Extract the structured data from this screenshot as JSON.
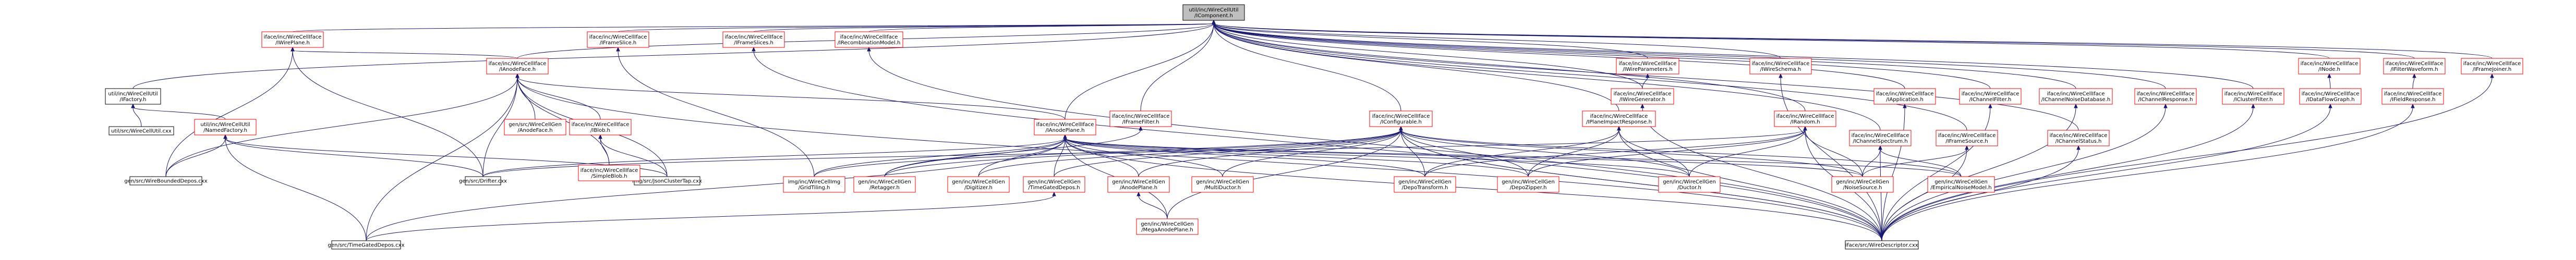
{
  "graph": {
    "colors": {
      "edge": "#191970",
      "node_border_normal": "#000000",
      "node_border_red": "#ff0000",
      "node_fill": "#ffffff",
      "root_fill": "#bfbfbf",
      "text": "#000000"
    },
    "nodes": [
      {
        "id": "root",
        "lines": [
          "util/inc/WireCellUtil",
          "/IComponent.h"
        ],
        "kind": "root"
      },
      {
        "id": "IWirePlane",
        "lines": [
          "iface/inc/WireCellIface",
          "/IWirePlane.h"
        ],
        "kind": "red"
      },
      {
        "id": "IFrameSlice",
        "lines": [
          "iface/inc/WireCellIface",
          "/IFrameSlice.h"
        ],
        "kind": "red"
      },
      {
        "id": "IFrameSlices",
        "lines": [
          "iface/inc/WireCellIface",
          "/IFrameSlices.h"
        ],
        "kind": "red"
      },
      {
        "id": "IRecombinationModel",
        "lines": [
          "iface/inc/WireCellIface",
          "/IRecombinationModel.h"
        ],
        "kind": "red"
      },
      {
        "id": "IFrameFilter",
        "lines": [
          "iface/inc/WireCellIface",
          "/IFrameFilter.h"
        ],
        "kind": "red"
      },
      {
        "id": "IConfigurable",
        "lines": [
          "iface/inc/WireCellIface",
          "/IConfigurable.h"
        ],
        "kind": "red"
      },
      {
        "id": "IPlaneImpactResponse",
        "lines": [
          "iface/inc/WireCellIface",
          "/IPlaneImpactResponse.h"
        ],
        "kind": "red"
      },
      {
        "id": "IRandom",
        "lines": [
          "iface/inc/WireCellIface",
          "/IRandom.h"
        ],
        "kind": "red"
      },
      {
        "id": "IWireParameters",
        "lines": [
          "iface/inc/WireCellIface",
          "/IWireParameters.h"
        ],
        "kind": "red"
      },
      {
        "id": "IWireGenerator",
        "lines": [
          "iface/inc/WireCellIface",
          "/IWireGenerator.h"
        ],
        "kind": "red"
      },
      {
        "id": "IWireSchema",
        "lines": [
          "iface/inc/WireCellIface",
          "/IWireSchema.h"
        ],
        "kind": "red"
      },
      {
        "id": "IApplication",
        "lines": [
          "iface/inc/WireCellIface",
          "/IApplication.h"
        ],
        "kind": "red"
      },
      {
        "id": "IChannelFilter",
        "lines": [
          "iface/inc/WireCellIface",
          "/IChannelFilter.h"
        ],
        "kind": "red"
      },
      {
        "id": "IChannelNoiseDatabase",
        "lines": [
          "iface/inc/WireCellIface",
          "/IChannelNoiseDatabase.h"
        ],
        "kind": "red"
      },
      {
        "id": "IChannelResponse",
        "lines": [
          "iface/inc/WireCellIface",
          "/IChannelResponse.h"
        ],
        "kind": "red"
      },
      {
        "id": "IClusterFilter",
        "lines": [
          "iface/inc/WireCellIface",
          "/IClusterFilter.h"
        ],
        "kind": "red"
      },
      {
        "id": "INode",
        "lines": [
          "iface/inc/WireCellIface",
          "/INode.h"
        ],
        "kind": "red"
      },
      {
        "id": "IDataFlowGraph",
        "lines": [
          "iface/inc/WireCellIface",
          "/IDataFlowGraph.h"
        ],
        "kind": "red"
      },
      {
        "id": "IFilterWaveform",
        "lines": [
          "iface/inc/WireCellIface",
          "/IFilterWaveform.h"
        ],
        "kind": "red"
      },
      {
        "id": "IFieldResponse",
        "lines": [
          "iface/inc/WireCellIface",
          "/IFieldResponse.h"
        ],
        "kind": "red"
      },
      {
        "id": "IFrameJoiner",
        "lines": [
          "iface/inc/WireCellIface",
          "/IFrameJoiner.h"
        ],
        "kind": "red"
      },
      {
        "id": "IFactory",
        "lines": [
          "util/inc/WireCellUtil",
          "/IFactory.h"
        ],
        "kind": "normal"
      },
      {
        "id": "NamedFactory",
        "lines": [
          "util/inc/WireCellUtil",
          "/NamedFactory.h"
        ],
        "kind": "red"
      },
      {
        "id": "IAnodeFace",
        "lines": [
          "iface/inc/WireCellIface",
          "/IAnodeFace.h"
        ],
        "kind": "red"
      },
      {
        "id": "IAnodePlane",
        "lines": [
          "iface/inc/WireCellIface",
          "/IAnodePlane.h"
        ],
        "kind": "red"
      },
      {
        "id": "IFrameSource",
        "lines": [
          "iface/inc/WireCellIface",
          "/IFrameSource.h"
        ],
        "kind": "red"
      },
      {
        "id": "IChannelSpectrum",
        "lines": [
          "iface/inc/WireCellIface",
          "/IChannelSpectrum.h"
        ],
        "kind": "red"
      },
      {
        "id": "IChannelStatus",
        "lines": [
          "iface/inc/WireCellIface",
          "/IChannelStatus.h"
        ],
        "kind": "red"
      },
      {
        "id": "IBlob",
        "lines": [
          "iface/inc/WireCellIface",
          "/IBlob.h"
        ],
        "kind": "red"
      },
      {
        "id": "IFactory_cxx",
        "lines": [
          "util/src/WireCellUtil.cxx"
        ],
        "kind": "normal"
      },
      {
        "id": "AnodeFace",
        "lines": [
          "gen/src/WireCellGen",
          "/AnodeFace.h"
        ],
        "kind": "red"
      },
      {
        "id": "JsonClusterTap",
        "lines": [
          "img/src/JsonClusterTap.cxx"
        ],
        "kind": "normal"
      },
      {
        "id": "SimpleBlob",
        "lines": [
          "iface/inc/WireCellIface",
          "/SimpleBlob.h"
        ],
        "kind": "red"
      },
      {
        "id": "WireBoundedDepos",
        "lines": [
          "gen/src/WireBoundedDepos.cxx"
        ],
        "kind": "normal"
      },
      {
        "id": "Drifter",
        "lines": [
          "gen/src/Drifter.cxx"
        ],
        "kind": "normal"
      },
      {
        "id": "TimeGatedDepos",
        "lines": [
          "gen/src/TimeGatedDepos.cxx"
        ],
        "kind": "normal"
      },
      {
        "id": "GridTiling",
        "lines": [
          "img/inc/WireCellImg",
          "/GridTiling.h"
        ],
        "kind": "red"
      },
      {
        "id": "Retagger",
        "lines": [
          "gen/inc/WireCellGen",
          "/Retagger.h"
        ],
        "kind": "red"
      },
      {
        "id": "Digitizer",
        "lines": [
          "gen/inc/WireCellGen",
          "/Digitizer.h"
        ],
        "kind": "red"
      },
      {
        "id": "TimeGatedDeposH",
        "lines": [
          "gen/inc/WireCellGen",
          "/TimeGatedDepos.h"
        ],
        "kind": "red"
      },
      {
        "id": "AnodePlane",
        "lines": [
          "gen/inc/WireCellGen",
          "/AnodePlane.h"
        ],
        "kind": "red"
      },
      {
        "id": "MultiDuctor",
        "lines": [
          "gen/inc/WireCellGen",
          "/MultiDuctor.h"
        ],
        "kind": "red"
      },
      {
        "id": "DepoTransform",
        "lines": [
          "gen/inc/WireCellGen",
          "/DepoTransform.h"
        ],
        "kind": "red"
      },
      {
        "id": "DepoZipper",
        "lines": [
          "gen/inc/WireCellGen",
          "/DepoZipper.h"
        ],
        "kind": "red"
      },
      {
        "id": "Ductor",
        "lines": [
          "gen/inc/WireCellGen",
          "/Ductor.h"
        ],
        "kind": "red"
      },
      {
        "id": "NoiseSource",
        "lines": [
          "gen/inc/WireCellGen",
          "/NoiseSource.h"
        ],
        "kind": "red"
      },
      {
        "id": "EmpiricalNoiseModel",
        "lines": [
          "gen/inc/WireCellGen",
          "/EmpiricalNoiseModel.h"
        ],
        "kind": "red"
      },
      {
        "id": "MegaAnodePlane",
        "lines": [
          "gen/inc/WireCellGen",
          "/MegaAnodePlane.h"
        ],
        "kind": "red"
      },
      {
        "id": "WireDescriptor",
        "lines": [
          "iface/src/WireDescriptor.cxx"
        ],
        "kind": "normal"
      }
    ],
    "edges": [
      [
        "IWirePlane",
        "root"
      ],
      [
        "IFrameSlice",
        "root"
      ],
      [
        "IFrameSlices",
        "root"
      ],
      [
        "IRecombinationModel",
        "root"
      ],
      [
        "IFrameFilter",
        "root"
      ],
      [
        "IConfigurable",
        "root"
      ],
      [
        "IPlaneImpactResponse",
        "root"
      ],
      [
        "IRandom",
        "root"
      ],
      [
        "IWireParameters",
        "root"
      ],
      [
        "IWireSchema",
        "root"
      ],
      [
        "IApplication",
        "root"
      ],
      [
        "IChannelFilter",
        "root"
      ],
      [
        "IChannelNoiseDatabase",
        "root"
      ],
      [
        "IChannelResponse",
        "root"
      ],
      [
        "IClusterFilter",
        "root"
      ],
      [
        "INode",
        "root"
      ],
      [
        "IFilterWaveform",
        "root"
      ],
      [
        "IFrameJoiner",
        "root"
      ],
      [
        "IFactory",
        "root"
      ],
      [
        "IAnodeFace",
        "root"
      ],
      [
        "IAnodePlane",
        "root"
      ],
      [
        "IChannelSpectrum",
        "root"
      ],
      [
        "IChannelStatus",
        "root"
      ],
      [
        "IFrameSource",
        "root"
      ],
      [
        "IWireGenerator",
        "root"
      ],
      [
        "IWireGenerator",
        "IWireParameters"
      ],
      [
        "IDataFlowGraph",
        "INode"
      ],
      [
        "IFieldResponse",
        "IFilterWaveform"
      ],
      [
        "NamedFactory",
        "IFactory"
      ],
      [
        "IFactory_cxx",
        "IFactory"
      ],
      [
        "IAnodeFace",
        "IWirePlane"
      ],
      [
        "IAnodePlane",
        "IAnodeFace"
      ],
      [
        "IBlob",
        "IAnodeFace"
      ],
      [
        "AnodeFace",
        "IAnodeFace"
      ],
      [
        "SimpleBlob",
        "IBlob"
      ],
      [
        "JsonClusterTap",
        "IBlob"
      ],
      [
        "WireBoundedDepos",
        "IWirePlane"
      ],
      [
        "Drifter",
        "IWirePlane"
      ],
      [
        "WireBoundedDepos",
        "NamedFactory"
      ],
      [
        "Drifter",
        "NamedFactory"
      ],
      [
        "TimeGatedDepos",
        "NamedFactory"
      ],
      [
        "JsonClusterTap",
        "IAnodeFace"
      ],
      [
        "WireBoundedDepos",
        "IAnodeFace"
      ],
      [
        "Drifter",
        "IAnodeFace"
      ],
      [
        "SimpleBlob",
        "IAnodeFace"
      ],
      [
        "Drifter",
        "IRandom"
      ],
      [
        "GridTiling",
        "IAnodePlane"
      ],
      [
        "Retagger",
        "IAnodePlane"
      ],
      [
        "Digitizer",
        "IAnodePlane"
      ],
      [
        "TimeGatedDeposH",
        "IAnodePlane"
      ],
      [
        "AnodePlane",
        "IAnodePlane"
      ],
      [
        "MultiDuctor",
        "IAnodePlane"
      ],
      [
        "DepoTransform",
        "IAnodePlane"
      ],
      [
        "DepoZipper",
        "IAnodePlane"
      ],
      [
        "Ductor",
        "IAnodePlane"
      ],
      [
        "NoiseSource",
        "IAnodePlane"
      ],
      [
        "EmpiricalNoiseModel",
        "IAnodePlane"
      ],
      [
        "MegaAnodePlane",
        "IAnodePlane"
      ],
      [
        "WireDescriptor",
        "IAnodePlane"
      ],
      [
        "TimeGatedDepos",
        "IAnodePlane"
      ],
      [
        "Drifter",
        "IAnodePlane"
      ],
      [
        "Retagger",
        "IFrameFilter"
      ],
      [
        "GridTiling",
        "IFrameSlice"
      ],
      [
        "Retagger",
        "IConfigurable"
      ],
      [
        "Digitizer",
        "IConfigurable"
      ],
      [
        "TimeGatedDeposH",
        "IConfigurable"
      ],
      [
        "AnodePlane",
        "IConfigurable"
      ],
      [
        "MultiDuctor",
        "IConfigurable"
      ],
      [
        "DepoTransform",
        "IConfigurable"
      ],
      [
        "DepoZipper",
        "IConfigurable"
      ],
      [
        "Ductor",
        "IConfigurable"
      ],
      [
        "NoiseSource",
        "IConfigurable"
      ],
      [
        "EmpiricalNoiseModel",
        "IConfigurable"
      ],
      [
        "MegaAnodePlane",
        "IConfigurable"
      ],
      [
        "WireDescriptor",
        "IConfigurable"
      ],
      [
        "GridTiling",
        "IConfigurable"
      ],
      [
        "DepoTransform",
        "IPlaneImpactResponse"
      ],
      [
        "DepoZipper",
        "IPlaneImpactResponse"
      ],
      [
        "Ductor",
        "IPlaneImpactResponse"
      ],
      [
        "WireDescriptor",
        "IPlaneImpactResponse"
      ],
      [
        "DepoTransform",
        "IRandom"
      ],
      [
        "DepoZipper",
        "IRandom"
      ],
      [
        "Ductor",
        "IRandom"
      ],
      [
        "NoiseSource",
        "IRandom"
      ],
      [
        "WireDescriptor",
        "IRandom"
      ],
      [
        "NoiseSource",
        "IChannelSpectrum"
      ],
      [
        "EmpiricalNoiseModel",
        "IChannelSpectrum"
      ],
      [
        "WireDescriptor",
        "IChannelSpectrum"
      ],
      [
        "NoiseSource",
        "IFrameSource"
      ],
      [
        "WireDescriptor",
        "IFrameSource"
      ],
      [
        "WireDescriptor",
        "IChannelStatus"
      ],
      [
        "WireDescriptor",
        "IWireGenerator"
      ],
      [
        "WireDescriptor",
        "IWireSchema"
      ],
      [
        "WireDescriptor",
        "IApplication"
      ],
      [
        "WireDescriptor",
        "IChannelFilter"
      ],
      [
        "WireDescriptor",
        "IChannelNoiseDatabase"
      ],
      [
        "WireDescriptor",
        "IChannelResponse"
      ],
      [
        "WireDescriptor",
        "IDataFlowGraph"
      ],
      [
        "WireDescriptor",
        "IFieldResponse"
      ],
      [
        "WireDescriptor",
        "IFrameJoiner"
      ],
      [
        "WireDescriptor",
        "IClusterFilter"
      ],
      [
        "WireDescriptor",
        "IFrameSlices"
      ],
      [
        "WireDescriptor",
        "IRecombinationModel"
      ],
      [
        "WireDescriptor",
        "IAnodeFace"
      ],
      [
        "WireDescriptor",
        "IConfigurable"
      ],
      [
        "TimeGatedDepos",
        "IAnodeFace"
      ],
      [
        "TimeGatedDepos",
        "TimeGatedDeposH"
      ],
      [
        "MegaAnodePlane",
        "AnodePlane"
      ],
      [
        "JsonClusterTap",
        "NamedFactory"
      ]
    ]
  }
}
